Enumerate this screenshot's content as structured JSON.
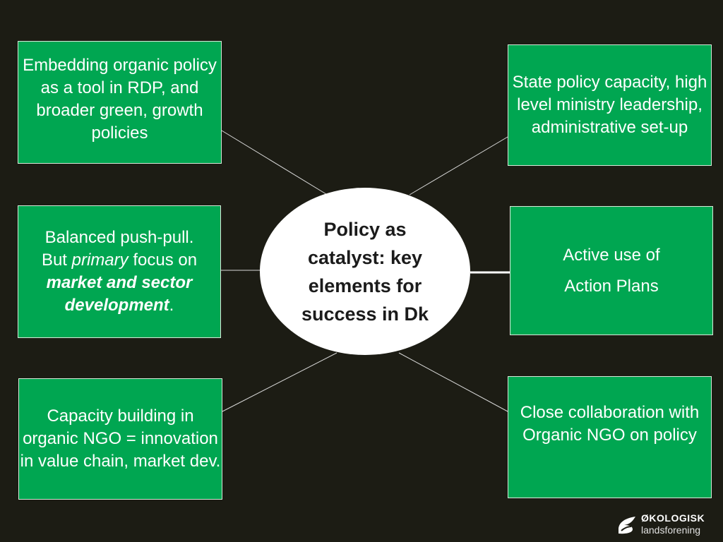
{
  "center": {
    "text": "Policy as catalyst: key elements for success in Dk"
  },
  "boxes": {
    "top_left": {
      "text": "Embedding organic policy as a tool in RDP, and broader green, growth policies"
    },
    "top_right": {
      "text": "State policy capacity, high level ministry leadership, administrative set-up"
    },
    "middle_left": {
      "line1": "Balanced push-pull.",
      "line2_pre": "But ",
      "line2_em": "primary",
      "line2_post": " focus on",
      "bold_italic": "market and sector development",
      "trail": "."
    },
    "middle_right": {
      "line1": "Active use of",
      "line2": "Action Plans"
    },
    "bottom_left": {
      "text": "Capacity building in organic NGO = innovation in value chain, market dev."
    },
    "bottom_right": {
      "text": "Close collaboration with Organic NGO on policy"
    }
  },
  "logo": {
    "word1": "ØKOLOGISK",
    "word2": "landsforening",
    "icon": "leaf-s-icon"
  },
  "colors": {
    "background": "#1c1c14",
    "box": "#00a651",
    "center": "#ffffff",
    "connector": "#d9d9d9"
  }
}
